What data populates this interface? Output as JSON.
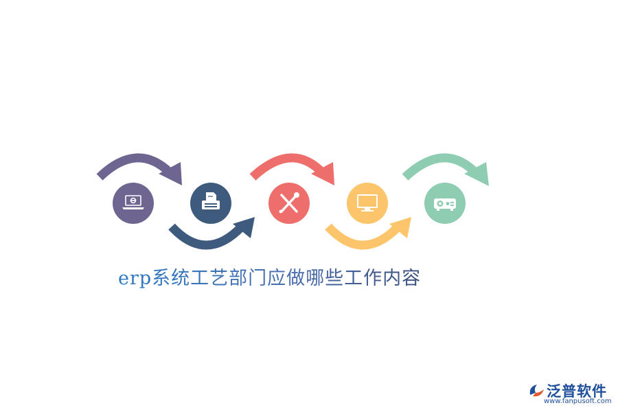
{
  "title": "erp系统工艺部门应做哪些工作内容",
  "flow": {
    "colors": [
      "#6e6690",
      "#3e5b7e",
      "#ed6e6b",
      "#fcc56b",
      "#8fcdb3"
    ],
    "steps": [
      {
        "icon": "laptop-icon"
      },
      {
        "icon": "typewriter-icon"
      },
      {
        "icon": "tools-icon"
      },
      {
        "icon": "monitor-icon"
      },
      {
        "icon": "projector-icon"
      }
    ]
  },
  "watermark": {
    "name": "泛普软件",
    "url": "www.fanpusoft.com",
    "colors": [
      "#1e4f9a",
      "#e05a2b"
    ]
  }
}
